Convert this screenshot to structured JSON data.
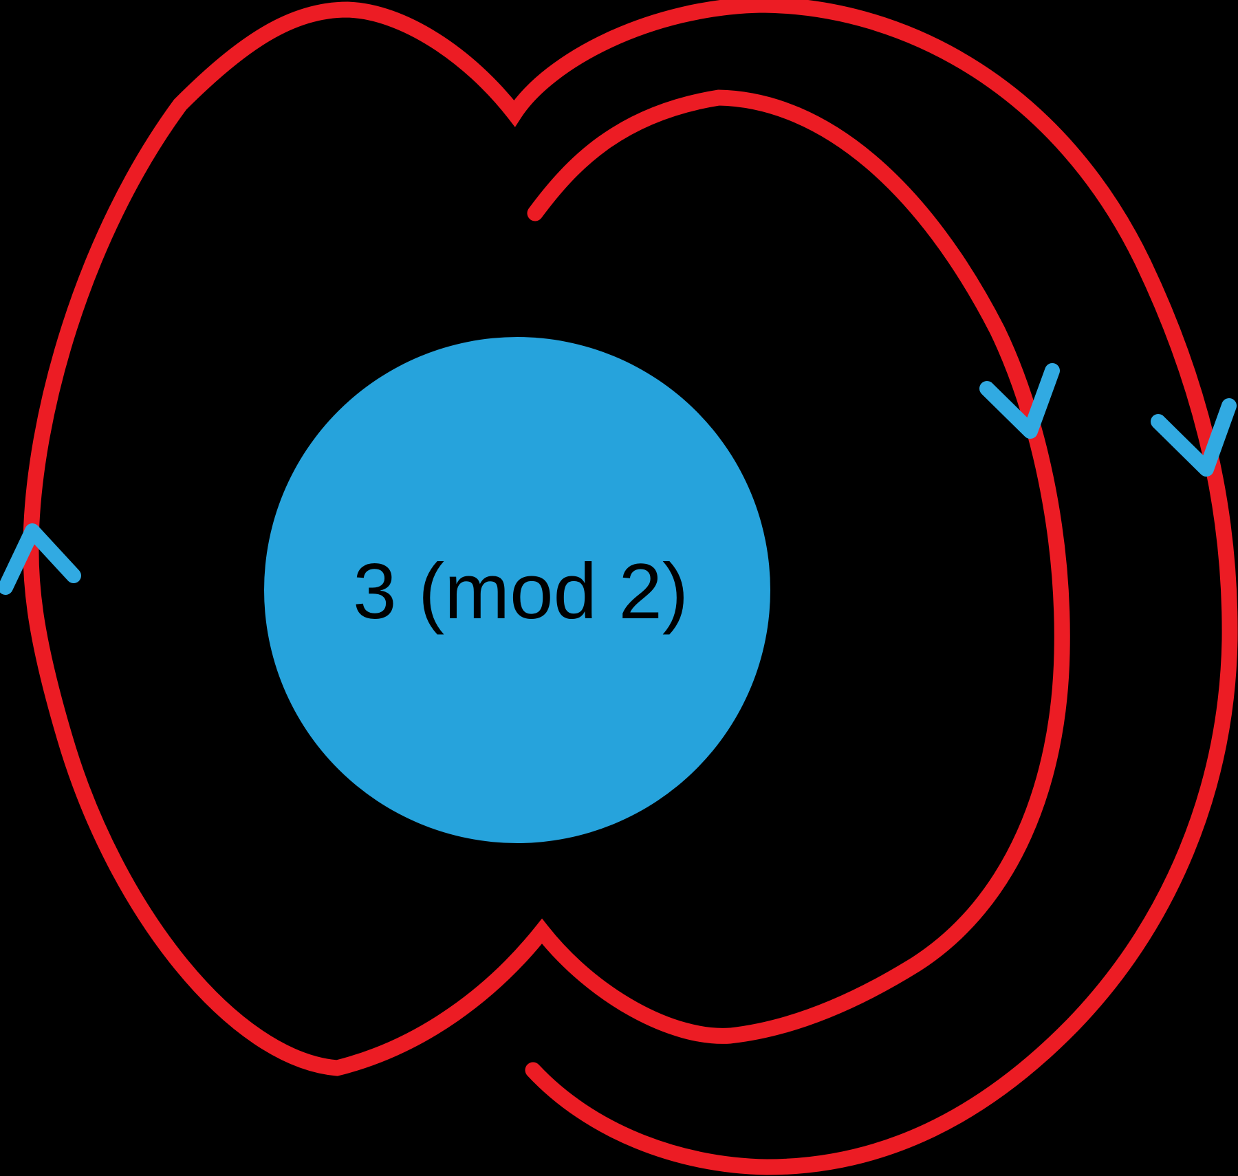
{
  "figure": {
    "disk_label": "3 (mod 2)"
  },
  "colors": {
    "background": "#000000",
    "curve_red": "#ec1c24",
    "disk_blue": "#26a3dc",
    "arrow_blue": "#31aae2",
    "label_black": "#000000"
  },
  "arrows": [
    {
      "name": "left-arrow",
      "direction": "up"
    },
    {
      "name": "inner-right-arrow",
      "direction": "down"
    },
    {
      "name": "outer-right-arrow",
      "direction": "down"
    }
  ]
}
